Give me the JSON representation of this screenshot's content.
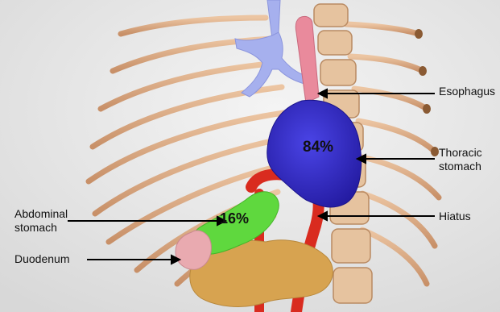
{
  "labels": {
    "esophagus": "Esophagus",
    "thoracic_stomach": "Thoracic\nstomach",
    "hiatus": "Hiatus",
    "abdominal_stomach": "Abdominal\nstomach",
    "duodenum": "Duodenum"
  },
  "percentages": {
    "thoracic": "84%",
    "abdominal": "16%"
  },
  "colors": {
    "background": "#e9e9e9",
    "bone": "#d9ab84",
    "vertebra": "#e6c39f",
    "airway": "#a6b0ee",
    "esophagus": "#e98a9c",
    "thoracic_stomach": "#3a2fc9",
    "abdominal_stomach": "#5fd83e",
    "aorta": "#d92b1f",
    "pancreas": "#d7a350",
    "duodenum": "#e9aab0",
    "pointer": "#000000"
  }
}
